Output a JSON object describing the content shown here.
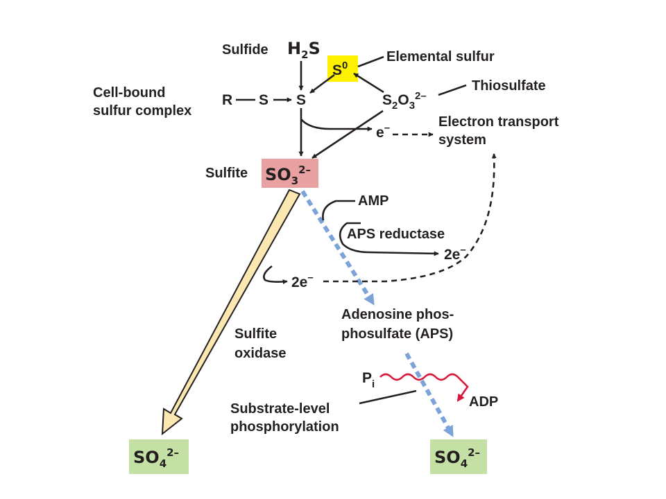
{
  "labels": {
    "sulfide": "Sulfide",
    "elemental_sulfur": "Elemental sulfur",
    "thiosulfate": "Thiosulfate",
    "cell_bound_line1": "Cell-bound",
    "cell_bound_line2": "sulfur complex",
    "electron_transport_line1": "Electron transport",
    "electron_transport_line2": "system",
    "sulfite": "Sulfite",
    "amp": "AMP",
    "aps_reductase": "APS reductase",
    "aps_line1": "Adenosine phos-",
    "aps_line2": "phosulfate (APS)",
    "sulfite_oxidase_line1": "Sulfite",
    "sulfite_oxidase_line2": "oxidase",
    "substrate_level_line1": "Substrate-level",
    "substrate_level_line2": "phosphorylation",
    "adp": "ADP"
  },
  "chemistry": {
    "h2s_a": "H",
    "h2s_sub": "2",
    "h2s_b": "S",
    "s0_base": "S",
    "s0_sup": "0",
    "r": "R",
    "s_left": "S",
    "s_center": "S",
    "thio_a": "S",
    "thio_sub1": "2",
    "thio_b": "O",
    "thio_sub2": "3",
    "thio_sup": "2–",
    "e_minus": "e",
    "e_sup": "–",
    "so3_base": "SO",
    "so3_sub": "3",
    "so3_sup": "2–",
    "two_e_right": "2e",
    "two_e_right_sup": "–",
    "two_e_left": "2e",
    "two_e_left_sup": "–",
    "pi_base": "P",
    "pi_sub": "i",
    "so4_left_base": "SO",
    "so4_left_sub": "4",
    "so4_left_sup": "2–",
    "so4_right_base": "SO",
    "so4_right_sub": "4",
    "so4_right_sup": "2–"
  },
  "colors": {
    "s0_box": "#fff200",
    "so3_box": "#e8a0a0",
    "so4_box": "#c4e0a4",
    "oxidase_arrow": "#fbe8b0",
    "aps_path": "#7ba3d8",
    "pi_arrow": "#d9163c",
    "ink": "#231f20"
  }
}
